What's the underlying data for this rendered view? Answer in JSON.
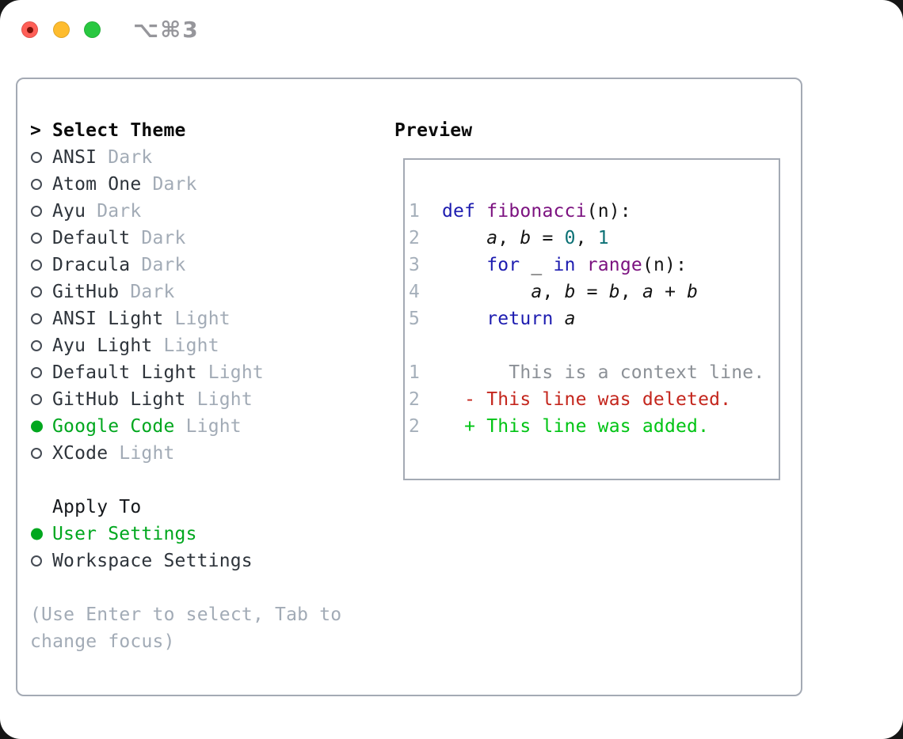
{
  "window": {
    "title": "⌥⌘3"
  },
  "titlebar": {
    "buttons": [
      {
        "name": "close",
        "color": "#ff5f57"
      },
      {
        "name": "minimize",
        "color": "#febc2e"
      },
      {
        "name": "zoom",
        "color": "#28c840"
      }
    ]
  },
  "left": {
    "header_prefix": ">",
    "header": "Select Theme",
    "themes": [
      {
        "name": "ANSI",
        "tag": "Dark",
        "selected": false
      },
      {
        "name": "Atom One",
        "tag": "Dark",
        "selected": false
      },
      {
        "name": "Ayu",
        "tag": "Dark",
        "selected": false
      },
      {
        "name": "Default",
        "tag": "Dark",
        "selected": false
      },
      {
        "name": "Dracula",
        "tag": "Dark",
        "selected": false
      },
      {
        "name": "GitHub",
        "tag": "Dark",
        "selected": false
      },
      {
        "name": "ANSI Light",
        "tag": "Light",
        "selected": false
      },
      {
        "name": "Ayu Light",
        "tag": "Light",
        "selected": false
      },
      {
        "name": "Default Light",
        "tag": "Light",
        "selected": false
      },
      {
        "name": "GitHub Light",
        "tag": "Light",
        "selected": false
      },
      {
        "name": "Google Code",
        "tag": "Light",
        "selected": true
      },
      {
        "name": "XCode",
        "tag": "Light",
        "selected": false
      }
    ],
    "apply_to": {
      "label": "Apply To",
      "options": [
        {
          "name": "User Settings",
          "selected": true
        },
        {
          "name": "Workspace Settings",
          "selected": false
        }
      ]
    },
    "hint_lines": [
      "(Use Enter to select, Tab to",
      "change focus)"
    ]
  },
  "preview": {
    "heading": "Preview",
    "lines": [
      {
        "num": "1",
        "kind": "code",
        "segments": [
          {
            "t": "def",
            "c": "kw"
          },
          {
            "t": " "
          },
          {
            "t": "fibonacci",
            "c": "fn"
          },
          {
            "t": "(n):"
          }
        ]
      },
      {
        "num": "2",
        "kind": "code",
        "segments": [
          {
            "t": "    "
          },
          {
            "t": "a",
            "c": "var"
          },
          {
            "t": ", "
          },
          {
            "t": "b",
            "c": "var"
          },
          {
            "t": " = "
          },
          {
            "t": "0",
            "c": "lit"
          },
          {
            "t": ", "
          },
          {
            "t": "1",
            "c": "lit"
          }
        ]
      },
      {
        "num": "3",
        "kind": "code",
        "segments": [
          {
            "t": "    "
          },
          {
            "t": "for",
            "c": "kw"
          },
          {
            "t": " _ "
          },
          {
            "t": "in",
            "c": "kw"
          },
          {
            "t": " "
          },
          {
            "t": "range",
            "c": "fn"
          },
          {
            "t": "(n):"
          }
        ]
      },
      {
        "num": "4",
        "kind": "code",
        "segments": [
          {
            "t": "        "
          },
          {
            "t": "a",
            "c": "var"
          },
          {
            "t": ", "
          },
          {
            "t": "b",
            "c": "var"
          },
          {
            "t": " = "
          },
          {
            "t": "b",
            "c": "var"
          },
          {
            "t": ", "
          },
          {
            "t": "a",
            "c": "var"
          },
          {
            "t": " + "
          },
          {
            "t": "b",
            "c": "var"
          }
        ]
      },
      {
        "num": "5",
        "kind": "code",
        "segments": [
          {
            "t": "    "
          },
          {
            "t": "return",
            "c": "kw"
          },
          {
            "t": " "
          },
          {
            "t": "a",
            "c": "var"
          }
        ]
      },
      {
        "num": "",
        "kind": "blank",
        "segments": []
      },
      {
        "num": "1",
        "kind": "diff-context",
        "segments": [
          {
            "t": "      This is a context line.",
            "c": "ctx"
          }
        ]
      },
      {
        "num": "2",
        "kind": "diff-deleted",
        "segments": [
          {
            "t": "  - This line was deleted.",
            "c": "del"
          }
        ]
      },
      {
        "num": "2",
        "kind": "diff-added",
        "segments": [
          {
            "t": "  + This line was added.",
            "c": "add"
          }
        ]
      }
    ]
  },
  "colors": {
    "accent": "#00a71e",
    "added": "#00c414",
    "deleted": "#c4261d",
    "ctx": "#8b9096",
    "kw": "#1d1cb0",
    "fn": "#7c1280",
    "lit": "#0c7175",
    "lnum": "#a5afba",
    "tag": "#a2abb6",
    "text": "#2e343b",
    "border": "#a4aab4",
    "title": "#96969b",
    "tlclose": "#ff5f57",
    "tlmin": "#febc2e",
    "tlzoom": "#28c840",
    "tldot": "#7b1008"
  }
}
